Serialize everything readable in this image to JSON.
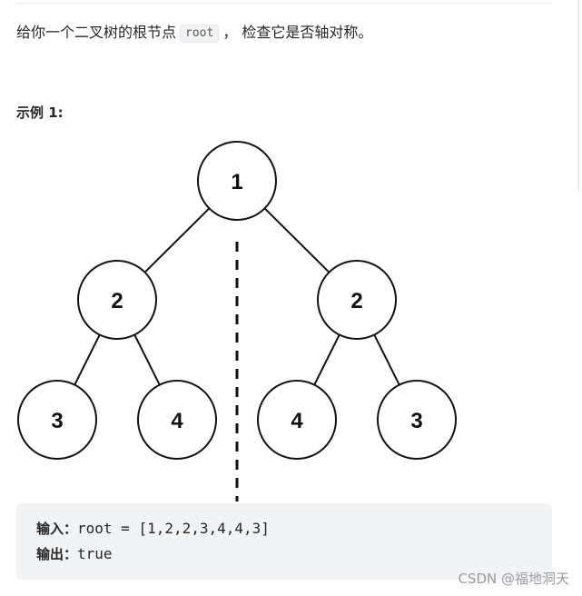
{
  "intro": {
    "before": "给你一个二叉树的根节点",
    "code": "root",
    "after": "， 检查它是否轴对称。"
  },
  "example": {
    "heading": "示例 1:",
    "tree": {
      "nodes": [
        {
          "id": "root",
          "value": "1"
        },
        {
          "id": "left",
          "value": "2"
        },
        {
          "id": "right",
          "value": "2"
        },
        {
          "id": "left-left",
          "value": "3"
        },
        {
          "id": "left-right",
          "value": "4"
        },
        {
          "id": "right-left",
          "value": "4"
        },
        {
          "id": "right-right",
          "value": "3"
        }
      ],
      "edges": [
        [
          "root",
          "left"
        ],
        [
          "root",
          "right"
        ],
        [
          "left",
          "left-left"
        ],
        [
          "left",
          "left-right"
        ],
        [
          "right",
          "right-left"
        ],
        [
          "right",
          "right-right"
        ]
      ]
    },
    "input_label": "输入：",
    "input_value": "root = [1,2,2,3,4,4,3]",
    "output_label": "输出：",
    "output_value": "true"
  },
  "watermark": "CSDN @福地洞天"
}
